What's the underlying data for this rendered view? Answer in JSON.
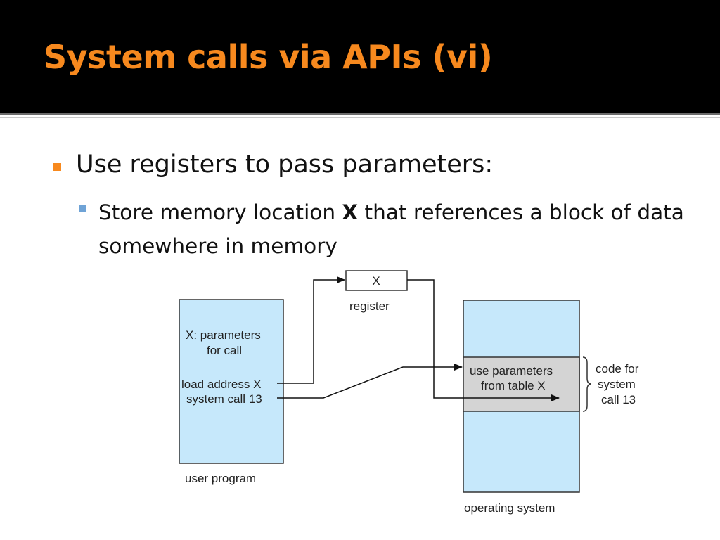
{
  "slide": {
    "title": "System calls via APIs (vi)",
    "bullet1": "Use registers to pass parameters:",
    "bullet2": {
      "before": "Store memory location ",
      "bold": "X",
      "after": " that references a block of data somewhere in memory"
    }
  },
  "diagram": {
    "register": {
      "value": "X",
      "label": "register"
    },
    "user_program": {
      "label": "user program",
      "lines": [
        "X: parameters",
        "for call",
        "load address X",
        "system call 13"
      ]
    },
    "operating_system": {
      "label": "operating system",
      "block_lines": [
        "use parameters",
        "from table X"
      ],
      "brace_label": [
        "code for",
        "system",
        "call 13"
      ]
    }
  },
  "colors": {
    "title": "#f7891e",
    "box_fill": "#c6e8fb",
    "highlight_fill": "#d4d4d4"
  }
}
